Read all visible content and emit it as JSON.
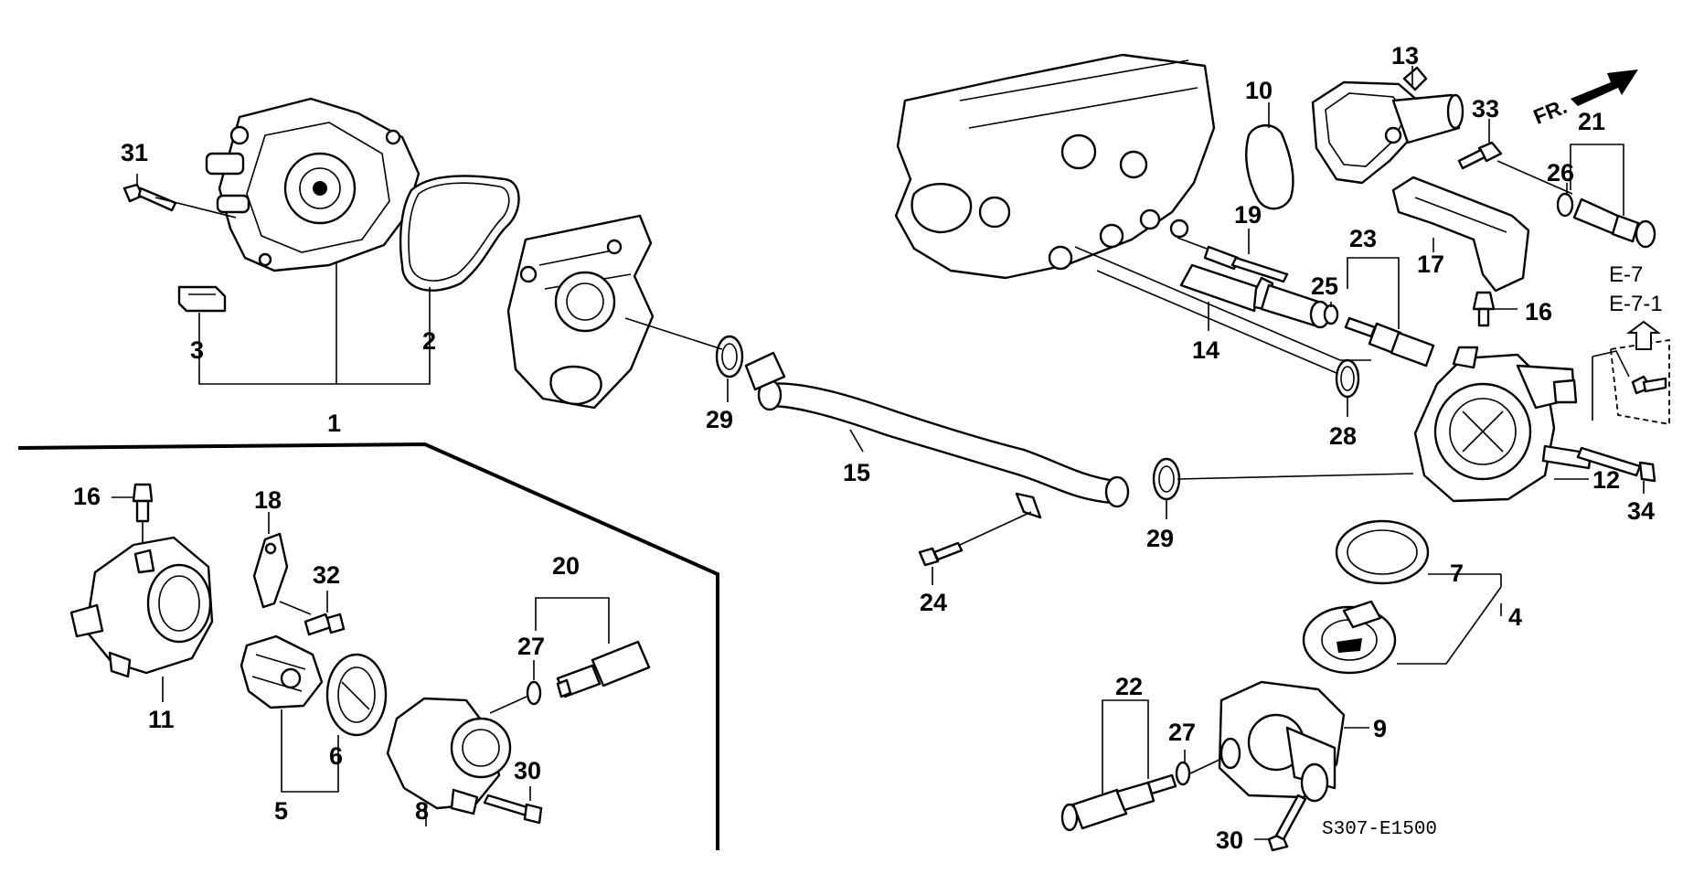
{
  "diagram_code": "S307-E1500",
  "front_indicator": "FR.",
  "refs": [
    "E-7",
    "E-7-1"
  ],
  "callouts": {
    "c1": "1",
    "c2": "2",
    "c3": "3",
    "c4": "4",
    "c5": "5",
    "c6": "6",
    "c7": "7",
    "c8": "8",
    "c9": "9",
    "c10": "10",
    "c11": "11",
    "c12": "12",
    "c13": "13",
    "c14": "14",
    "c15": "15",
    "c16a": "16",
    "c16b": "16",
    "c17": "17",
    "c18": "18",
    "c19": "19",
    "c20": "20",
    "c21": "21",
    "c22": "22",
    "c23": "23",
    "c24": "24",
    "c25": "25",
    "c26": "26",
    "c27a": "27",
    "c27b": "27",
    "c28": "28",
    "c29a": "29",
    "c29b": "29",
    "c30a": "30",
    "c30b": "30",
    "c31": "31",
    "c32": "32",
    "c33": "33",
    "c34": "34"
  },
  "colors": {
    "line": "#000000",
    "background": "#ffffff"
  }
}
